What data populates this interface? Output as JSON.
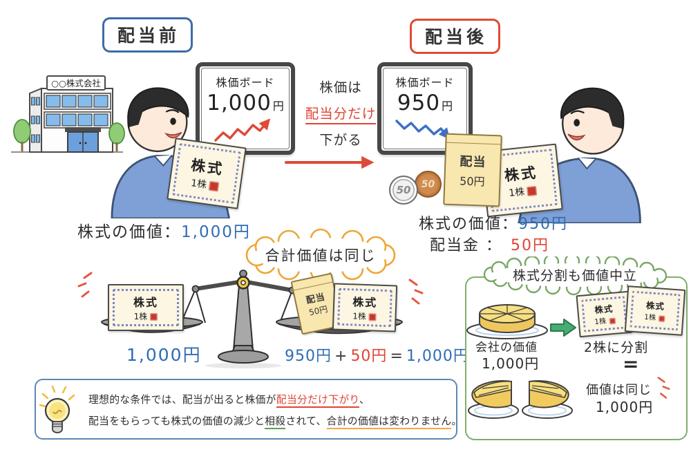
{
  "badges": {
    "before": "配当前",
    "after": "配当後"
  },
  "building": {
    "sign": "○○株式会社"
  },
  "boards": {
    "before": {
      "title": "株価ボード",
      "price": "1,000",
      "unit": "円"
    },
    "after": {
      "title": "株価ボード",
      "price": "950",
      "unit": "円"
    }
  },
  "transition": {
    "line1": "株価は",
    "line2": "配当分だけ",
    "line3": "下がる"
  },
  "certificate": {
    "title": "株式",
    "subtitle": "1株"
  },
  "envelope": {
    "title": "配当",
    "amount": "50円"
  },
  "coins": {
    "silver": "50",
    "bronze": "50"
  },
  "values": {
    "before_label": "株式の価値：",
    "before_amount": "1,000円",
    "after_label": "株式の価値：",
    "after_amount": "950円",
    "dividend_label": "配当金 ：",
    "dividend_amount": "50円"
  },
  "scale": {
    "bubble": "合計価値は同じ",
    "left_total": "1,000円",
    "eq_a": "950円",
    "eq_plus": "+",
    "eq_b": "50円",
    "eq_equals": "=",
    "eq_total": "1,000円"
  },
  "split_panel": {
    "title": "株式分割も価値中立",
    "company_value_label": "会社の価値",
    "company_value": "1,000円",
    "split_label": "2株に分割",
    "equals": "=",
    "result_label": "価値は同じ",
    "result_value": "1,000円"
  },
  "note": {
    "line1": [
      {
        "text": "理想的な条件では、配当が出ると株価が"
      },
      {
        "text": "配当分だけ下がり",
        "em": "red"
      },
      {
        "text": "、"
      }
    ],
    "line2": [
      {
        "text": "配当をもらっても株式の価値の減少と"
      },
      {
        "text": "相殺",
        "em": "green"
      },
      {
        "text": "されて、"
      },
      {
        "text": "合計の価値は変わりません",
        "em": "orange"
      },
      {
        "text": "。"
      }
    ]
  },
  "colors": {
    "blue_accent": "#2e6db5",
    "red_accent": "#df4434",
    "green_accent": "#6fa55c",
    "yellow_accent": "#efa636"
  }
}
